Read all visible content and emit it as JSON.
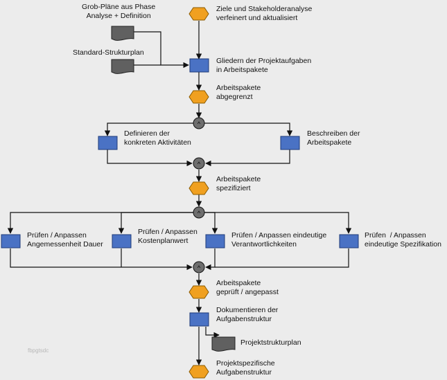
{
  "inputs": {
    "grob": "Grob-Pläne aus Phase\nAnalyse + Definition",
    "standard": "Standard-Strukturplan"
  },
  "events": {
    "ziele": "Ziele und Stakeholderanalyse\nverfeinert und aktualisiert",
    "abgegrenzt": "Arbeitspakete\nabgegrenzt",
    "spezifiziert": "Arbeitspakete\nspezifiziert",
    "geprueft": "Arbeitspakete\ngeprüft / angepasst",
    "projektspezifisch": "Projektspezifische\nAufgabenstruktur"
  },
  "functions": {
    "gliedern": "Gliedern der Projektaufgaben\nin Arbeitspakete",
    "definieren": "Definieren der\nkonkreten Aktivitäten",
    "beschreiben": "Beschreiben der\nArbeitspakete",
    "pruefen_dauer": "Prüfen / Anpassen\nAngemessenheit Dauer",
    "pruefen_kosten": "Prüfen / Anpassen\nKostenplanwert",
    "pruefen_verantwortlich": "Prüfen / Anpassen eindeutige\nVerantwortlichkeiten",
    "pruefen_spezifikation": "Prüfen  / Anpassen\neindeutige Spezifikation",
    "dokumentieren": "Dokumentieren der\nAufgabenstruktur"
  },
  "outputs": {
    "projektstrukturplan": "Projektstrukturplan"
  },
  "connectors": {
    "and_symbol": "^"
  },
  "watermark": "fbpgtsdc",
  "colors": {
    "event": "#f0a020",
    "function": "#4a72c4",
    "document": "#606060",
    "connector": "#6e6e6e",
    "background": "#ececec"
  }
}
